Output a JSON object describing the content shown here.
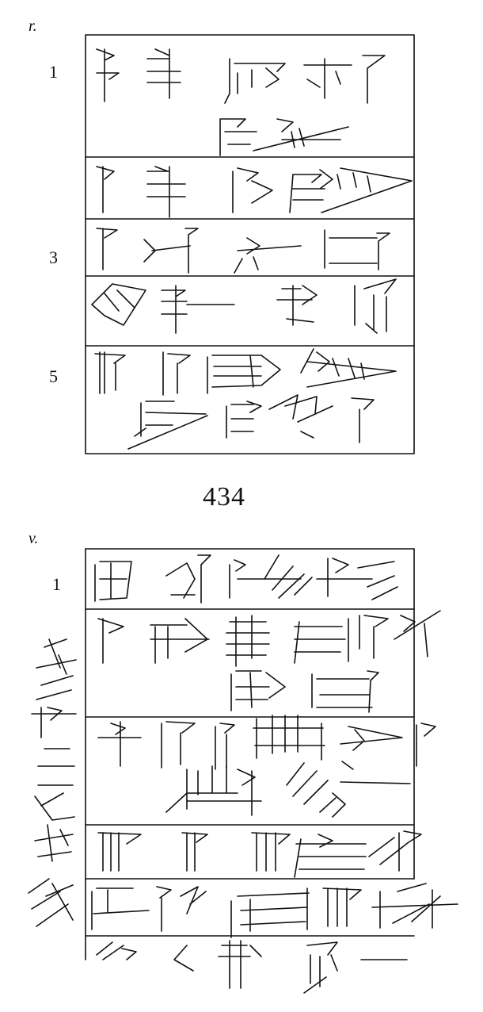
{
  "obverse": {
    "side_label": "r.",
    "line_numbers": [
      "1",
      "3",
      "5"
    ]
  },
  "tablet_number": "434",
  "reverse": {
    "side_label": "v.",
    "line_numbers": [
      "1"
    ]
  }
}
